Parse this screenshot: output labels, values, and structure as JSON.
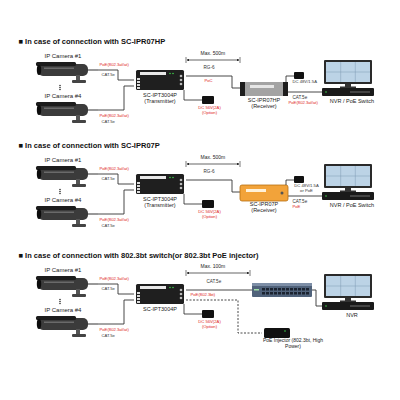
{
  "diagram": {
    "nodes": [
      {
        "text": [
          "IP Camera #1"
        ]
      },
      {
        "text": [
          "IP Camera #4"
        ]
      },
      {
        "text": [
          "SC-IPT3004P (Transmitter)"
        ]
      },
      {
        "text": [
          "SC-IPR07HP (Receiver)"
        ]
      },
      {
        "text": [
          "NVR / PoE Switch"
        ]
      },
      {
        "text": [
          "IP Camera #1"
        ]
      },
      {
        "text": [
          "IP Camera #4"
        ]
      },
      {
        "text": [
          "SC-IPT3004P (Transmitter)"
        ]
      },
      {
        "text": [
          "SC-IPR07P (Receiver)"
        ]
      },
      {
        "text": [
          "NVR / PoE Switch"
        ]
      },
      {
        "text": [
          "IP Camera #1"
        ]
      },
      {
        "text": [
          "IP Camera #4"
        ]
      },
      {
        "text": [
          "SC-IPT3004P"
        ]
      },
      {
        "text": [
          "NVR"
        ]
      },
      {
        "text": [
          "PoE Injector (802.3bt, High Power)"
        ]
      }
    ],
    "edges": [
      {
        "from": 0,
        "to": 2,
        "arrow": "none"
      },
      {
        "from": 1,
        "to": 2,
        "arrow": "none"
      },
      {
        "from": 2,
        "to": 3,
        "label": "RG-6",
        "arrow": "none"
      },
      {
        "from": 3,
        "to": 4,
        "label": "CAT.5e",
        "arrow": "none"
      },
      {
        "from": 5,
        "to": 7,
        "arrow": "none"
      },
      {
        "from": 6,
        "to": 7,
        "arrow": "none"
      },
      {
        "from": 7,
        "to": 8,
        "label": "RG-6",
        "arrow": "none"
      },
      {
        "from": 8,
        "to": 9,
        "label": "CAT.5e",
        "arrow": "none"
      },
      {
        "from": 10,
        "to": 12,
        "arrow": "none"
      },
      {
        "from": 11,
        "to": 12,
        "arrow": "none"
      },
      {
        "from": 12,
        "to": 13,
        "label": "CAT.5e",
        "arrow": "none"
      },
      {
        "from": 12,
        "to": 14,
        "arrow": "none"
      }
    ],
    "labels": [
      "■ In case of connection with SC-IPR07HP",
      "PoE(802.3af/at)",
      "CAT.5e",
      "PoE(802.3af/at)",
      "CAT.5e",
      "Max. 500m",
      "PoC",
      "DC 56V(2A) (Option)",
      "DC 48V/1.5A",
      "PoE(802.3af/at)",
      "■ In case of connection with SC-IPR07P",
      "PoE(802.3af/at)",
      "CAT.5e",
      "PoE(802.3af/at)",
      "CAT.5e",
      "Max. 500m",
      "DC 56V(2A) (Option)",
      "DC 48V/1.5A or PoE",
      "PoE",
      "■ In case of connection with 802.3bt switch(or 802.3bt PoE injector)",
      "PoE(802.3af/at)",
      "CAT.5e",
      "PoE(802.3af/at)",
      "CAT.5e",
      "Max. 100m",
      "PoE(802.3bt)",
      "DC 56V(2A) (Option)"
    ]
  }
}
